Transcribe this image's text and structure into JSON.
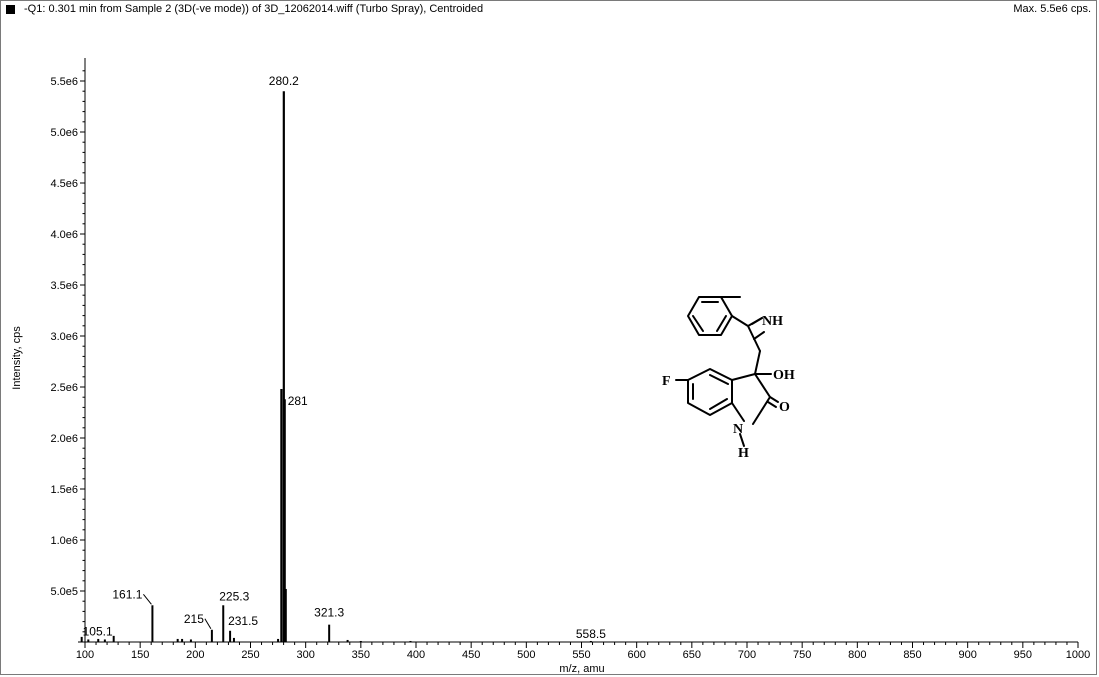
{
  "header": {
    "title": "-Q1: 0.301 min from Sample 2 (3D(-ve mode)) of 3D_12062014.wiff (Turbo Spray), Centroided",
    "max_label": "Max. 5.5e6 cps."
  },
  "structure": {
    "atoms": {
      "nh_top": "NH",
      "oh": "OH",
      "f": "F",
      "o": "O",
      "n": "N",
      "h": "H"
    }
  },
  "chart_data": {
    "type": "bar",
    "title": "",
    "xlabel": "m/z, amu",
    "ylabel": "Intensity, cps",
    "xlim": [
      100,
      1000
    ],
    "ylim": [
      0,
      5650000.0
    ],
    "x_ticks": [
      100,
      150,
      200,
      250,
      300,
      350,
      400,
      450,
      500,
      550,
      600,
      650,
      700,
      750,
      800,
      850,
      900,
      950,
      1000
    ],
    "x_tick_labels": [
      "100",
      "150",
      "200",
      "250",
      "300",
      "350",
      "400",
      "450",
      "500",
      "550",
      "600",
      "650",
      "700",
      "750",
      "800",
      "850",
      "900",
      "950",
      "1000"
    ],
    "y_ticks": [
      500000,
      1000000,
      1500000,
      2000000,
      2500000,
      3000000,
      3500000,
      4000000,
      4500000,
      5000000,
      5500000
    ],
    "y_tick_labels": [
      "5.0e5",
      "1.0e6",
      "1.5e6",
      "2.0e6",
      "2.5e6",
      "3.0e6",
      "3.5e6",
      "4.0e6",
      "4.5e6",
      "5.0e6",
      "5.5e6"
    ],
    "peaks": [
      {
        "mz": 97,
        "intensity": 50000
      },
      {
        "mz": 103,
        "intensity": 25000
      },
      {
        "mz": 112,
        "intensity": 30000
      },
      {
        "mz": 118,
        "intensity": 25000
      },
      {
        "mz": 126,
        "intensity": 60000
      },
      {
        "mz": 161.1,
        "intensity": 360000
      },
      {
        "mz": 184,
        "intensity": 30000
      },
      {
        "mz": 188,
        "intensity": 30000
      },
      {
        "mz": 196,
        "intensity": 25000
      },
      {
        "mz": 215,
        "intensity": 120000
      },
      {
        "mz": 225.3,
        "intensity": 360000
      },
      {
        "mz": 231.5,
        "intensity": 110000
      },
      {
        "mz": 235,
        "intensity": 40000
      },
      {
        "mz": 275,
        "intensity": 30000
      },
      {
        "mz": 278,
        "intensity": 2480000
      },
      {
        "mz": 280.2,
        "intensity": 5400000
      },
      {
        "mz": 281,
        "intensity": 2380000
      },
      {
        "mz": 282,
        "intensity": 520000
      },
      {
        "mz": 321.3,
        "intensity": 170000
      },
      {
        "mz": 338,
        "intensity": 20000
      },
      {
        "mz": 350,
        "intensity": 10000
      },
      {
        "mz": 395,
        "intensity": 10000
      },
      {
        "mz": 558.5,
        "intensity": 10000
      }
    ],
    "annotations": [
      {
        "text": "280.2",
        "mz": 280.2,
        "intensity": 5400000
      },
      {
        "text": "281",
        "mz": 281,
        "intensity": 2380000
      },
      {
        "text": "161.1",
        "mz": 161.1,
        "intensity": 360000
      },
      {
        "text": "225.3",
        "mz": 225.3,
        "intensity": 360000
      },
      {
        "text": "215",
        "mz": 215,
        "intensity": 120000
      },
      {
        "text": "231.5",
        "mz": 231.5,
        "intensity": 110000
      },
      {
        "text": "321.3",
        "mz": 321.3,
        "intensity": 170000
      },
      {
        "text": "105.1",
        "mz": 105.1,
        "intensity": 25000
      },
      {
        "text": "558.5",
        "mz": 558.5,
        "intensity": 10000
      }
    ]
  }
}
